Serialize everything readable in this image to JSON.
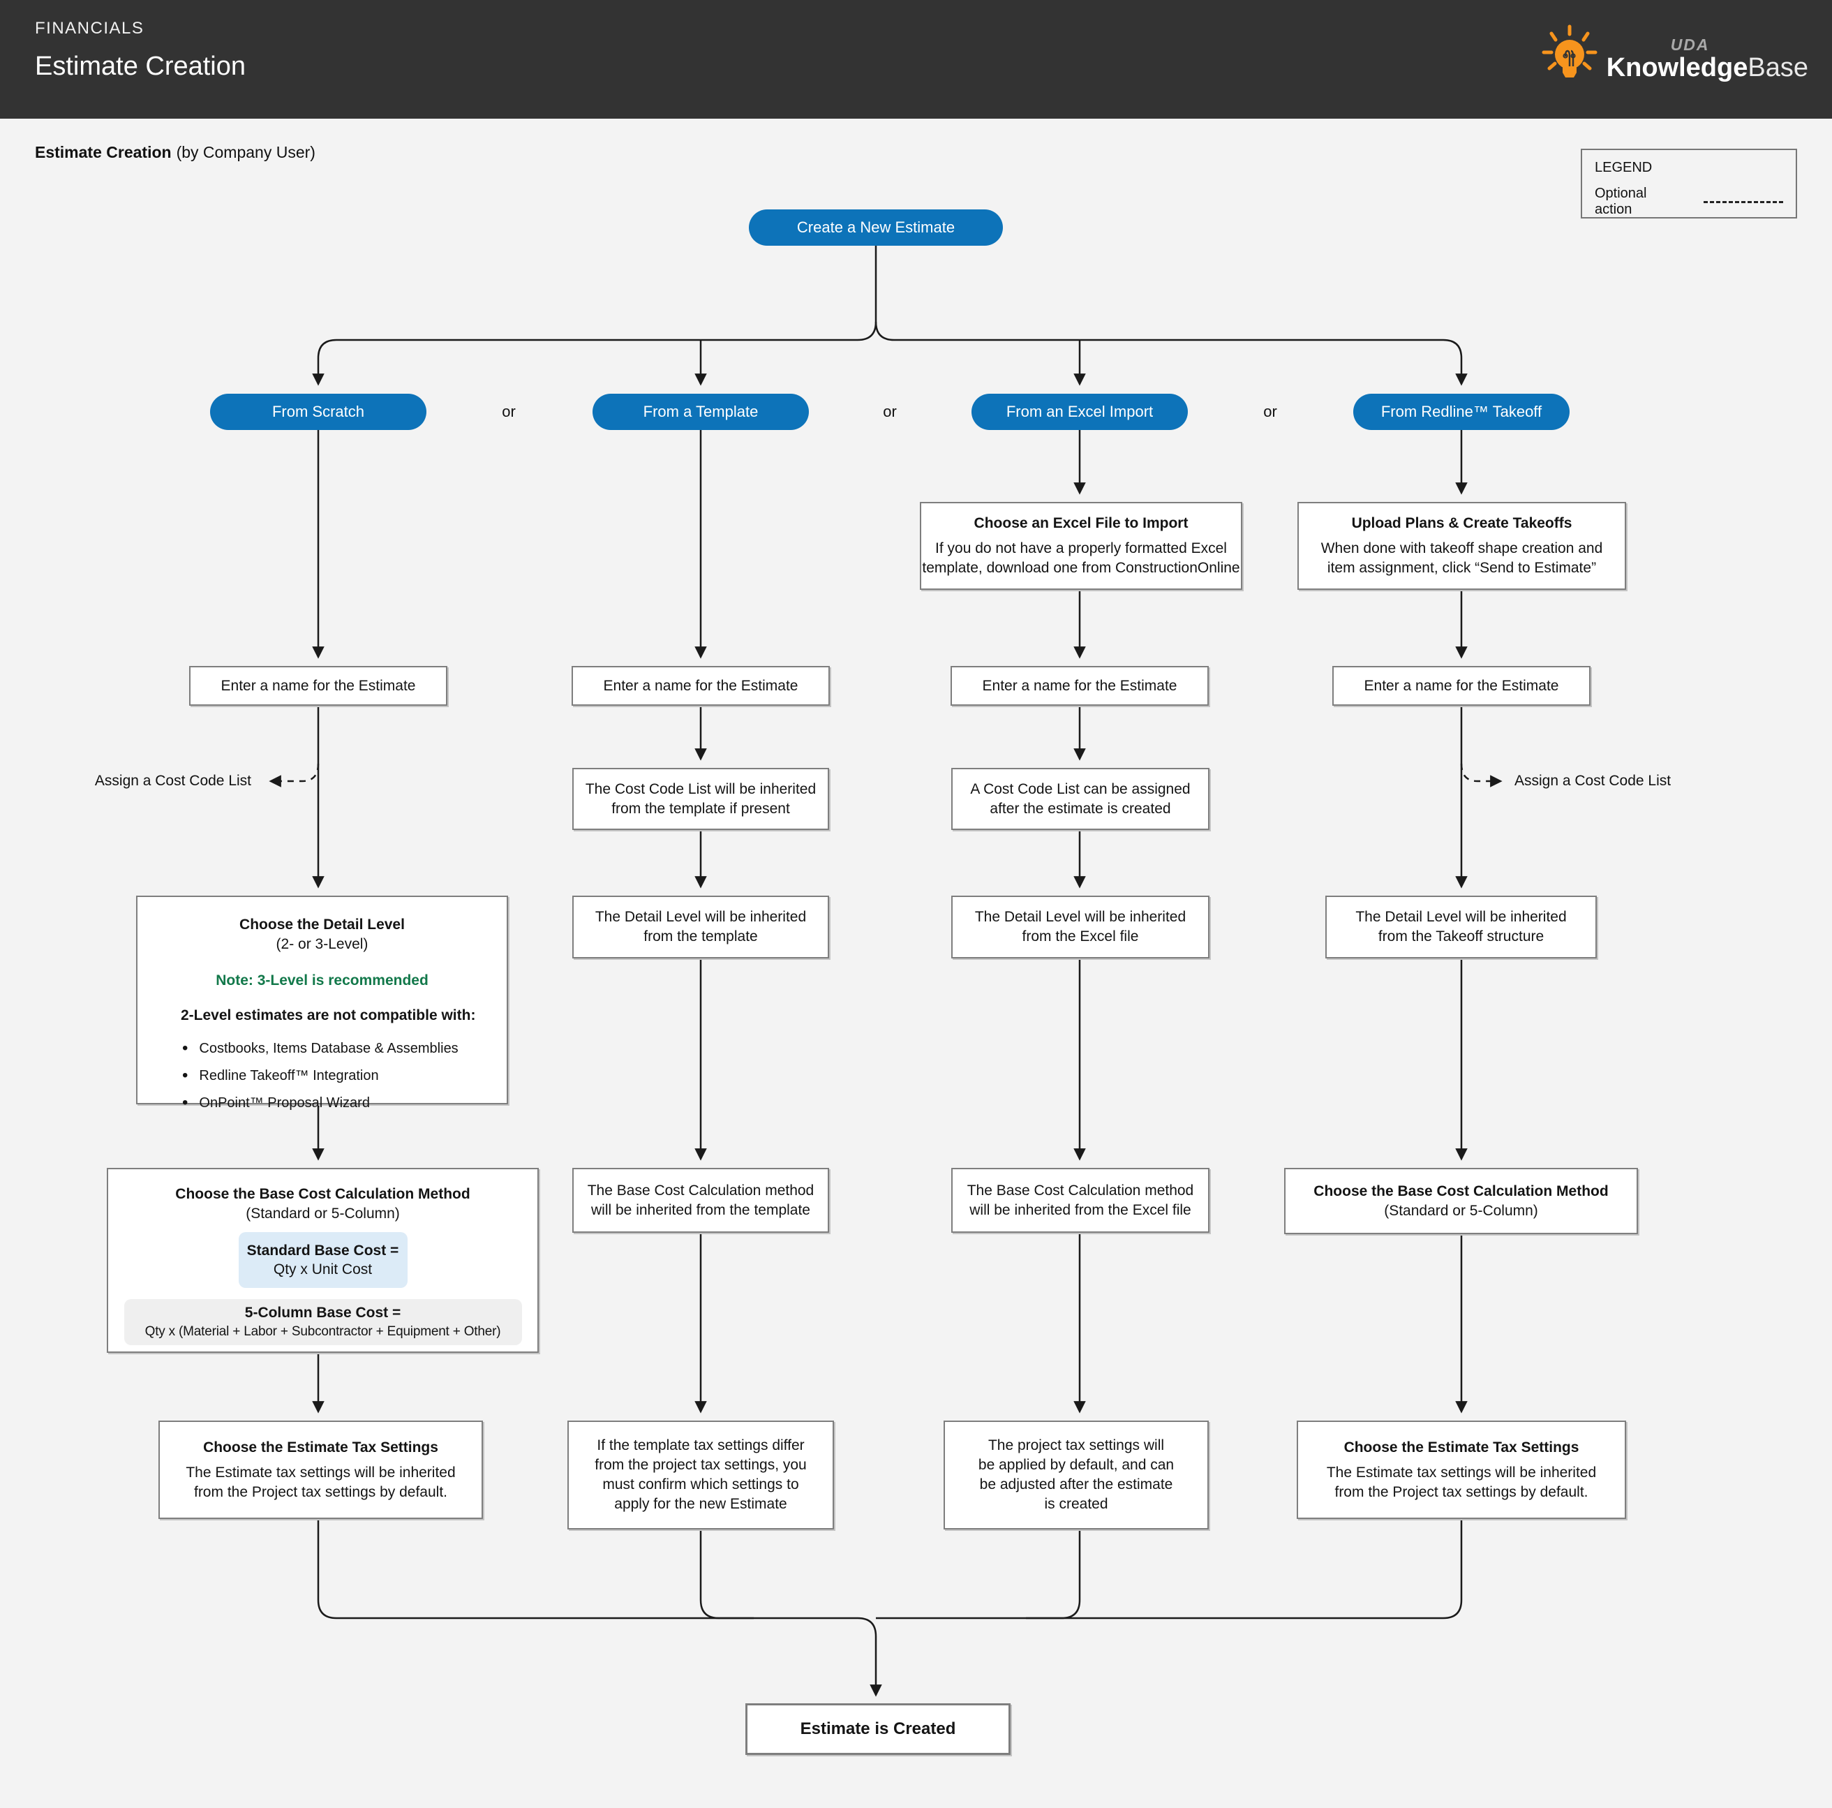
{
  "header": {
    "category": "FINANCIALS",
    "title": "Estimate Creation",
    "brand": {
      "top": "UDA",
      "bold": "Knowledge",
      "light": "Base"
    }
  },
  "page": {
    "title": "Estimate Creation",
    "title_suffix": "(by Company User)"
  },
  "legend": {
    "title": "LEGEND",
    "optional": "Optional action"
  },
  "colors": {
    "accent": "#0d73b9",
    "header-bg": "#333333",
    "page-bg": "#f3f3f3",
    "note-green": "#12784a",
    "chip-blue": "#dcebf7",
    "chip-gray": "#efefef",
    "line": "#1a1a1a",
    "box-border": "#7e7e7e",
    "logo-orange": "#f7941d"
  },
  "flow": {
    "start": "Create a New Estimate",
    "or": "or",
    "branch_scratch": "From Scratch",
    "branch_template": "From a Template",
    "branch_excel": "From an Excel Import",
    "branch_redline": "From Redline™ Takeoff",
    "excel_info": {
      "title": "Choose an Excel File to Import",
      "line1": "If you do not have a properly formatted Excel",
      "line2": "template, download one from ConstructionOnline"
    },
    "redline_info": {
      "title": "Upload Plans & Create Takeoffs",
      "line1": "When done with takeoff shape creation and",
      "line2": "item assignment, click “Send to Estimate”"
    },
    "enter_name": "Enter a name for the Estimate",
    "assign_cost_code": "Assign a Cost Code List",
    "cost_template": {
      "line1": "The Cost Code List will be inherited",
      "line2": "from the template if present"
    },
    "cost_excel": {
      "line1": "A Cost Code List can be assigned",
      "line2": "after the estimate is created"
    },
    "detail_scratch": {
      "title": "Choose the Detail Level",
      "subtitle": "(2- or 3-Level)",
      "note": "Note: 3-Level is recommended",
      "warn_title": "2-Level estimates are not compatible with:",
      "bullet1": "Costbooks, Items Database & Assemblies",
      "bullet2": "Redline Takeoff™ Integration",
      "bullet3": "OnPoint™ Proposal Wizard"
    },
    "detail_template": {
      "line1": "The Detail Level will be inherited",
      "line2": "from the template"
    },
    "detail_excel": {
      "line1": "The Detail Level will be inherited",
      "line2": "from the Excel file"
    },
    "detail_redline": {
      "line1": "The Detail Level will be inherited",
      "line2": "from the Takeoff structure"
    },
    "base_scratch": {
      "title": "Choose the Base Cost Calculation Method",
      "subtitle": "(Standard or 5-Column)",
      "standard_title": "Standard Base Cost =",
      "standard_formula": "Qty x Unit Cost",
      "five_title": "5-Column Base Cost =",
      "five_formula": "Qty x (Material + Labor + Subcontractor + Equipment + Other)"
    },
    "base_template": {
      "line1": "The Base Cost Calculation method",
      "line2": "will be inherited from the template"
    },
    "base_excel": {
      "line1": "The Base Cost Calculation method",
      "line2": "will be inherited from the Excel file"
    },
    "base_redline": {
      "title": "Choose the Base Cost Calculation Method",
      "subtitle": "(Standard or 5-Column)"
    },
    "tax_scratch": {
      "title": "Choose the Estimate Tax Settings",
      "line1": "The Estimate tax settings will be inherited",
      "line2": "from the Project tax settings by default."
    },
    "tax_template": {
      "line1": "If the template tax settings differ",
      "line2": "from the project tax settings, you",
      "line3": "must confirm which settings to",
      "line4": "apply for the new Estimate"
    },
    "tax_excel": {
      "line1": "The project tax settings will",
      "line2": "be applied by default, and can",
      "line3": "be adjusted after the estimate",
      "line4": "is created"
    },
    "tax_redline": {
      "title": "Choose the Estimate Tax Settings",
      "line1": "The Estimate tax settings will be inherited",
      "line2": "from the Project tax settings by default."
    },
    "end": "Estimate is Created"
  }
}
